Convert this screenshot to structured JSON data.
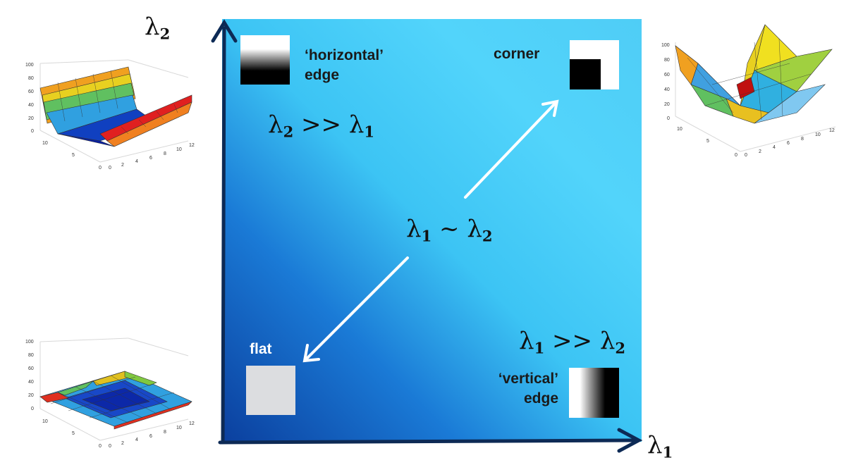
{
  "axes": {
    "y_label": {
      "symbol": "λ",
      "sub": "2"
    },
    "x_label": {
      "symbol": "λ",
      "sub": "1"
    }
  },
  "regions": {
    "horizontal_edge": {
      "line1": "‘horizontal’",
      "line2": "edge"
    },
    "corner": {
      "label": "corner"
    },
    "flat": {
      "label": "flat"
    },
    "vertical_edge": {
      "line1": "‘vertical’",
      "line2": "edge"
    }
  },
  "relations": {
    "l2_gg_l1": {
      "a": "λ",
      "a_sub": "2",
      "op": " >> ",
      "b": "λ",
      "b_sub": "1"
    },
    "l1_sim_l2": {
      "a": "λ",
      "a_sub": "1",
      "op": " ~ ",
      "b": "λ",
      "b_sub": "2"
    },
    "l1_gg_l2": {
      "a": "λ",
      "a_sub": "1",
      "op": " >> ",
      "b": "λ",
      "b_sub": "2"
    }
  },
  "surface_ticks": {
    "z": [
      "100",
      "80",
      "60",
      "40",
      "20",
      "0"
    ],
    "x": [
      "0",
      "2",
      "4",
      "6",
      "8",
      "10",
      "12"
    ],
    "y_top_left": [
      "10",
      "5",
      "0"
    ],
    "y": [
      "10",
      "5",
      "0"
    ]
  },
  "colors": {
    "plot_dark": "#0b3f9e",
    "plot_light": "#52d4fb",
    "axis": "#0d2a55",
    "flat_patch": "#dcdde0"
  }
}
